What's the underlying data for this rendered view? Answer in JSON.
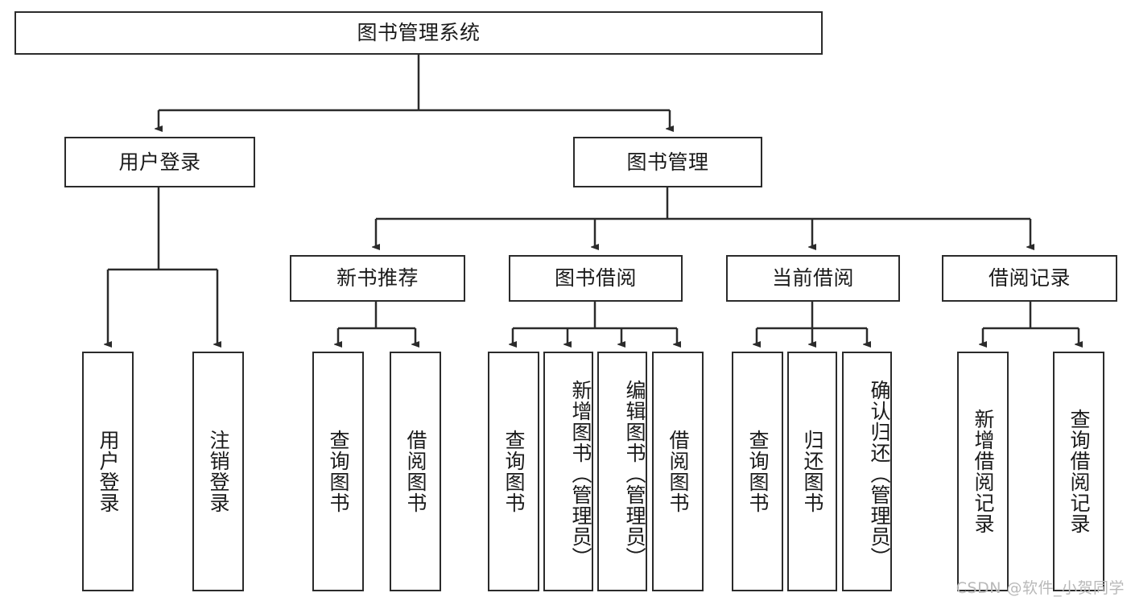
{
  "diagram": {
    "title": "图书管理系统",
    "type": "tree-hierarchy-diagram",
    "colors": {
      "box_border": "#2b2b2b",
      "box_fill": "#ffffff",
      "connector": "#2b2b2b",
      "text": "#1a1a1a",
      "watermark": "#b9b9b9",
      "background": "#ffffff"
    },
    "levels": {
      "level1": [
        {
          "id": "root",
          "label": "图书管理系统",
          "orientation": "horizontal"
        }
      ],
      "level2": [
        {
          "id": "user-login",
          "label": "用户登录",
          "orientation": "horizontal"
        },
        {
          "id": "book-management",
          "label": "图书管理",
          "orientation": "horizontal"
        }
      ],
      "level3": [
        {
          "id": "new-book-recommend",
          "label": "新书推荐",
          "orientation": "horizontal"
        },
        {
          "id": "book-borrow",
          "label": "图书借阅",
          "orientation": "horizontal"
        },
        {
          "id": "current-borrow",
          "label": "当前借阅",
          "orientation": "horizontal"
        },
        {
          "id": "borrow-record",
          "label": "借阅记录",
          "orientation": "horizontal"
        }
      ],
      "level4": [
        {
          "id": "leaf-user-login",
          "label": "用户登录",
          "parent": "user-login",
          "orientation": "vertical"
        },
        {
          "id": "leaf-logout-login",
          "label": "注销登录",
          "parent": "user-login",
          "orientation": "vertical"
        },
        {
          "id": "leaf-query-book-1",
          "label": "查询图书",
          "parent": "new-book-recommend",
          "orientation": "vertical"
        },
        {
          "id": "leaf-borrow-book-1",
          "label": "借阅图书",
          "parent": "new-book-recommend",
          "orientation": "vertical"
        },
        {
          "id": "leaf-query-book-2",
          "label": "查询图书",
          "parent": "book-borrow",
          "orientation": "vertical"
        },
        {
          "id": "leaf-add-book",
          "label": "新增图书（管理员）",
          "parent": "book-borrow",
          "orientation": "vertical"
        },
        {
          "id": "leaf-edit-book",
          "label": "编辑图书（管理员）",
          "parent": "book-borrow",
          "orientation": "vertical"
        },
        {
          "id": "leaf-borrow-book-2",
          "label": "借阅图书",
          "parent": "book-borrow",
          "orientation": "vertical"
        },
        {
          "id": "leaf-query-book-3",
          "label": "查询图书",
          "parent": "current-borrow",
          "orientation": "vertical"
        },
        {
          "id": "leaf-return-book",
          "label": "归还图书",
          "parent": "current-borrow",
          "orientation": "vertical"
        },
        {
          "id": "leaf-confirm-return",
          "label": "确认归还（管理员）",
          "parent": "current-borrow",
          "orientation": "vertical"
        },
        {
          "id": "leaf-add-record",
          "label": "新增借阅记录",
          "parent": "borrow-record",
          "orientation": "vertical"
        },
        {
          "id": "leaf-query-record",
          "label": "查询借阅记录",
          "parent": "borrow-record",
          "orientation": "vertical"
        }
      ]
    },
    "watermark": "CSDN @软件_小贺同学"
  }
}
